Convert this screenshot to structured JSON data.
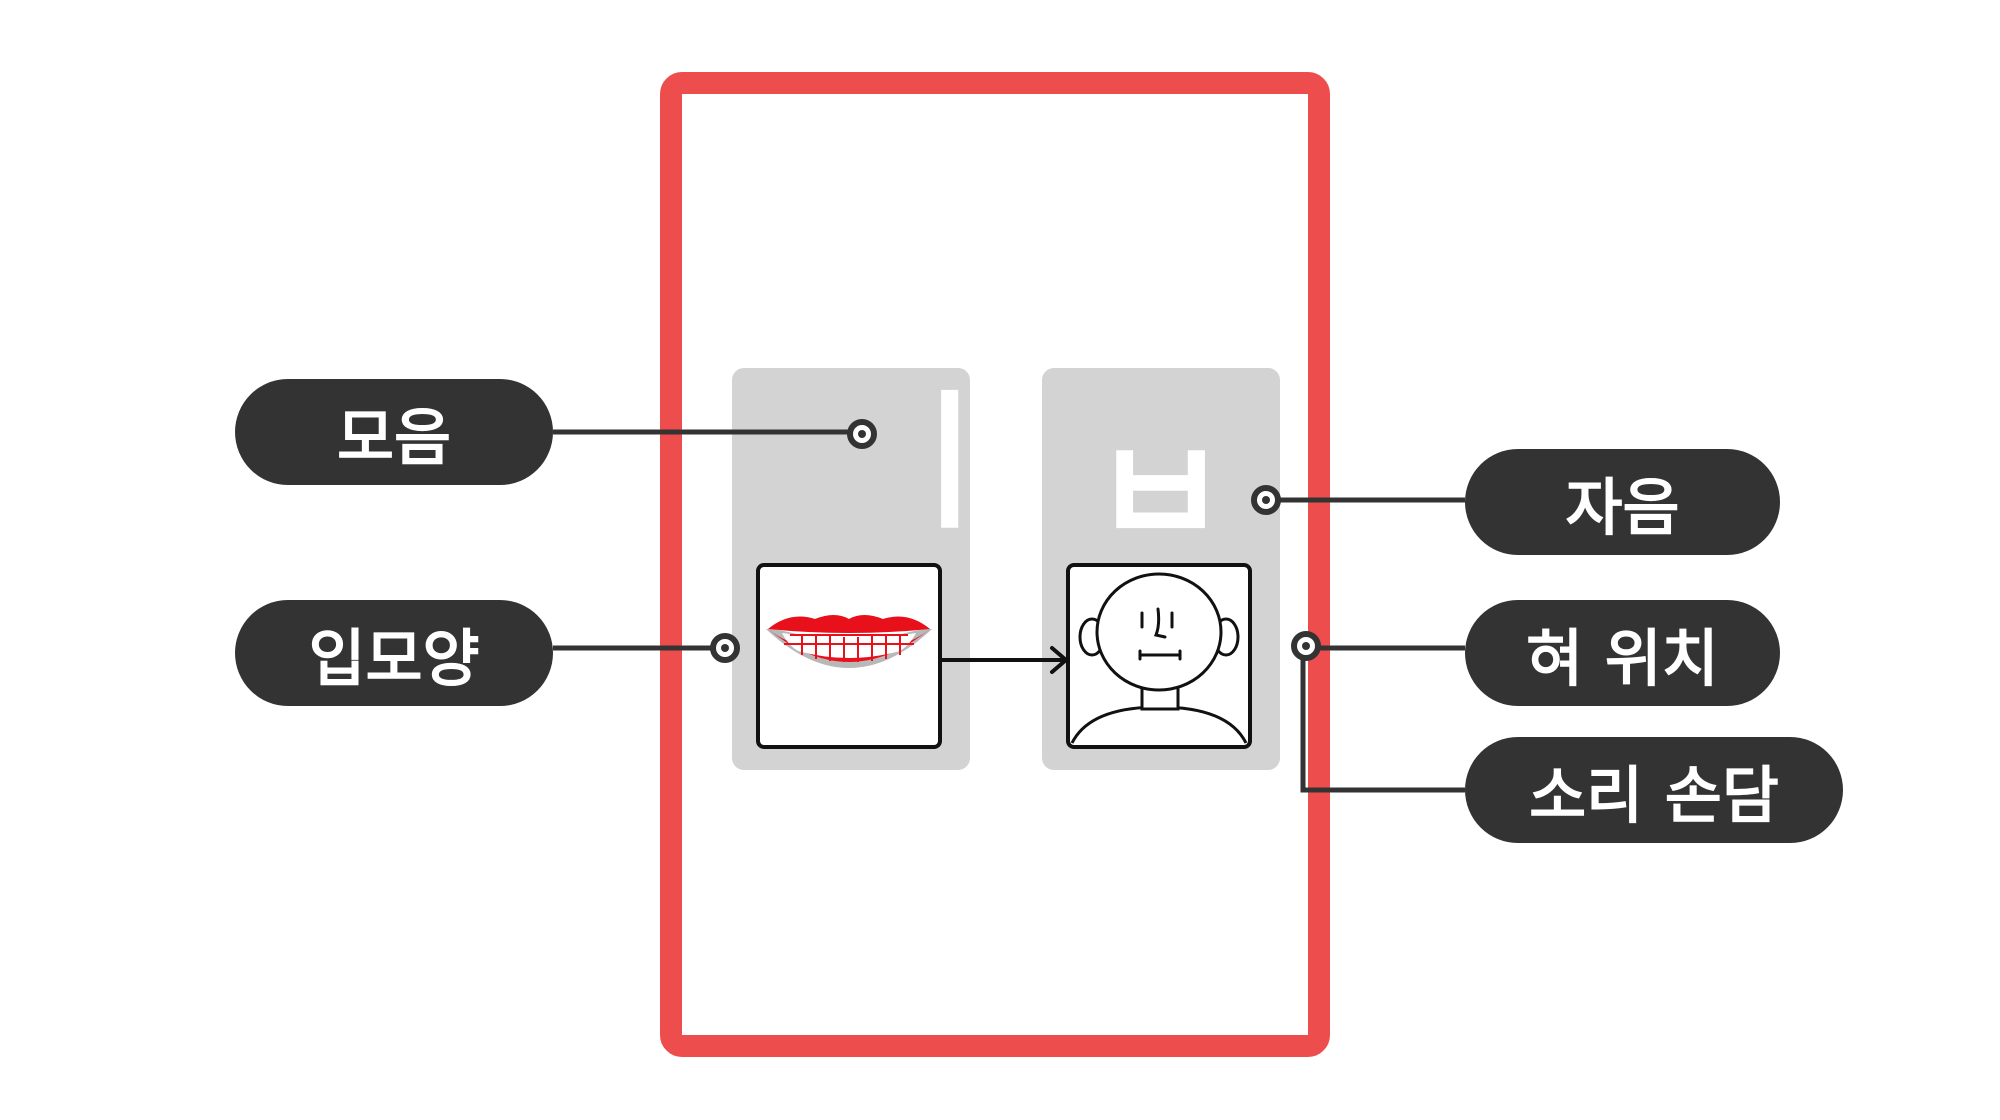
{
  "vowel_label": "모음",
  "mouth_label": "입모양",
  "consonant_label": "자음",
  "tongue_label": "혀 위치",
  "hand_label": "소리 손담",
  "vowel_glyph": "ㅣ",
  "consonant_glyph": "ㅂ",
  "colors": {
    "frame": "#ee4d4d",
    "column": "#d3d3d3",
    "pill": "#333333",
    "lips": "#e8101a"
  },
  "icons": [
    "mouth-smile-icon",
    "face-closed-mouth-icon"
  ]
}
